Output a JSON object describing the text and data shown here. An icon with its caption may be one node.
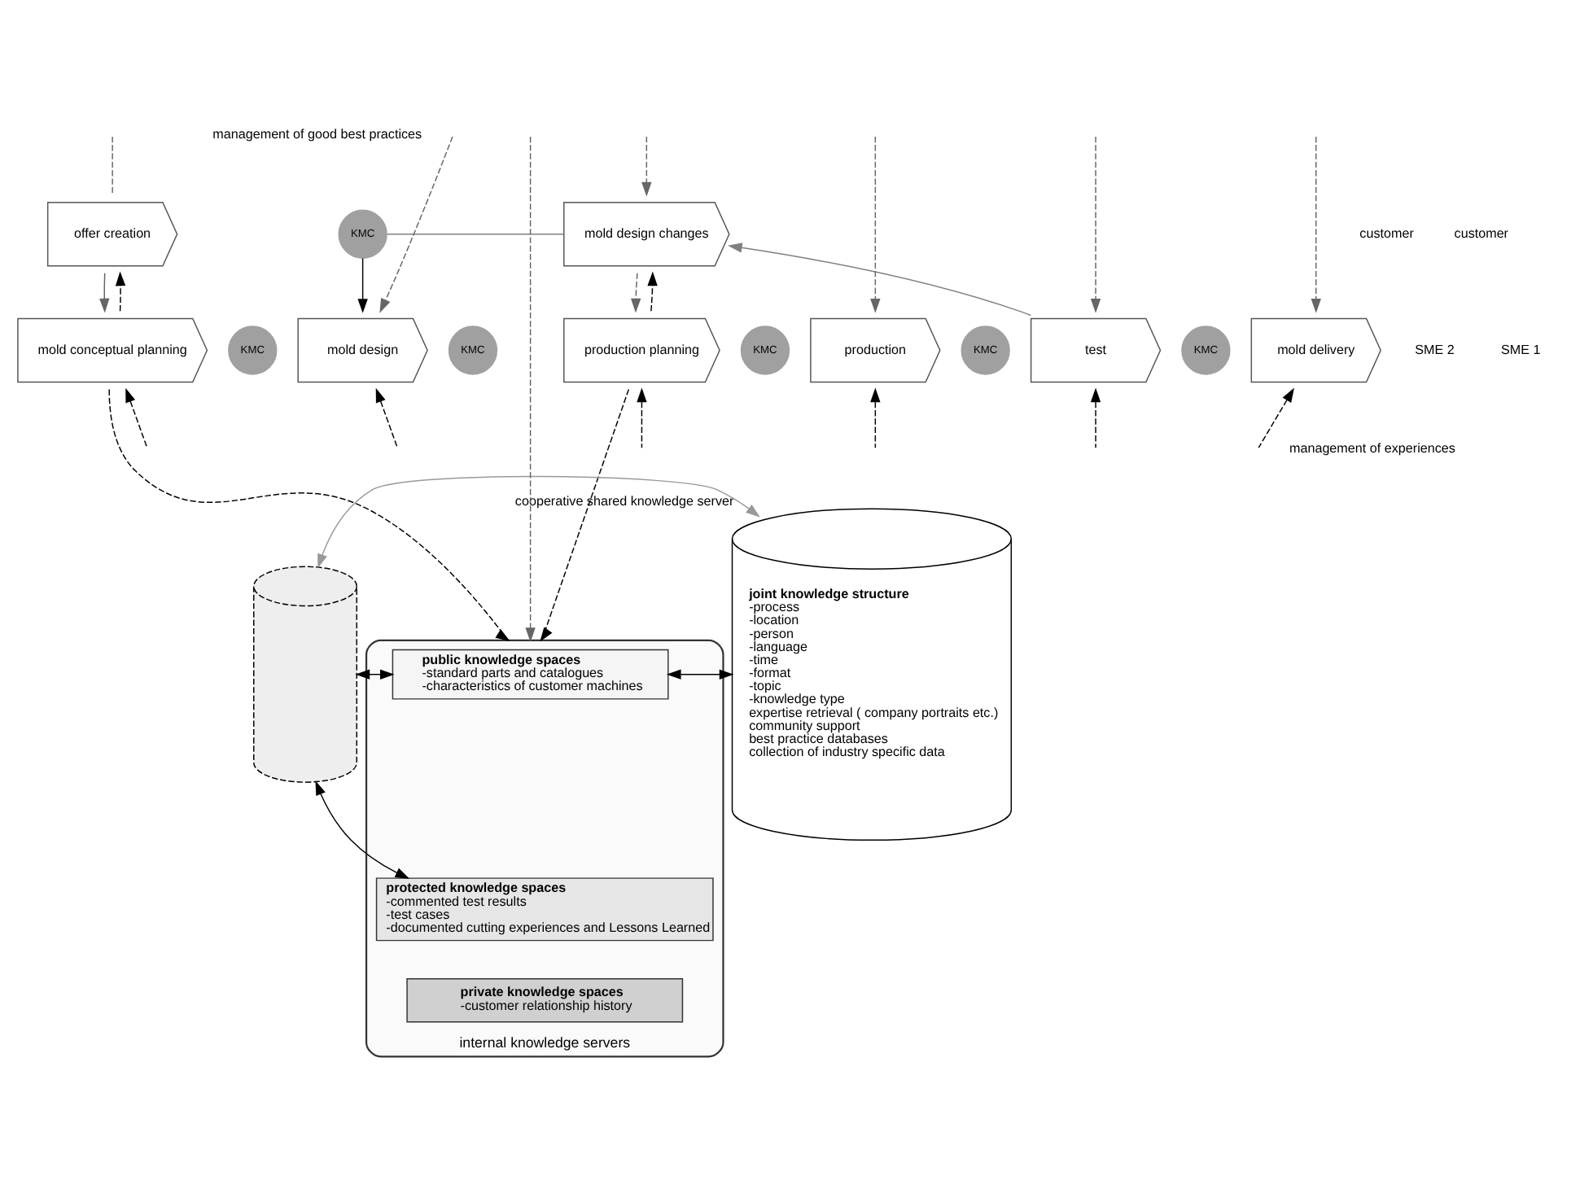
{
  "diagram": {
    "nodes": [
      {
        "text": [
          "offer creation"
        ]
      },
      {
        "text": [
          "mold conceptual planning"
        ]
      },
      {
        "text": [
          "mold design changes"
        ]
      },
      {
        "text": [
          "KMC"
        ]
      },
      {
        "text": [
          "KMC"
        ]
      },
      {
        "text": [
          "mold design"
        ]
      },
      {
        "text": [
          "KMC"
        ]
      },
      {
        "text": [
          "production planning"
        ]
      },
      {
        "text": [
          "KMC"
        ]
      },
      {
        "text": [
          "production"
        ]
      },
      {
        "text": [
          "KMC"
        ]
      },
      {
        "text": [
          "test"
        ]
      },
      {
        "text": [
          "KMC"
        ]
      },
      {
        "text": [
          "mold delivery"
        ]
      },
      {
        "text": [],
        "shape": "cylinder",
        "beside": [
          "internal knowledge servers"
        ]
      },
      {
        "text": [
          "public knowledge spaces",
          "-standard parts and catalogues",
          "-characteristics of customer machines"
        ],
        "in": 14
      },
      {
        "text": [
          "protected knowledge spaces",
          "-commented test results",
          "-test cases",
          "-documented cutting experiences and Lessons Learned"
        ],
        "in": 14
      },
      {
        "text": [
          "private knowledge spaces",
          "-customer relationship history"
        ],
        "in": 14
      },
      {
        "text": [],
        "shape": "cylinder"
      },
      {
        "text": [
          "joint knowledge structure",
          "-process",
          "-location",
          "-person",
          "-language",
          "-time",
          "-format",
          "-topic",
          "-knowledge type",
          "expertise retrieval ( company portraits etc.)",
          "community support",
          "best practice databases",
          "collection of industry specific data"
        ],
        "beside": [
          "cooperative shared knowledge server"
        ]
      }
    ],
    "edges": [
      {
        "from": null,
        "to": 14,
        "arrow": "to",
        "style": "dashed",
        "color": "#666666"
      },
      {
        "from": null,
        "to": 0,
        "arrow": "none",
        "style": "dashed",
        "color": "#666666"
      },
      {
        "from": null,
        "to": 5,
        "arrow": "to",
        "style": "dashed",
        "color": "#666666"
      },
      {
        "from": null,
        "to": 2,
        "arrow": "to",
        "style": "dashed",
        "color": "#666666"
      },
      {
        "from": null,
        "to": 9,
        "arrow": "to",
        "style": "dashed",
        "color": "#666666"
      },
      {
        "from": null,
        "to": 11,
        "arrow": "to",
        "style": "dashed",
        "color": "#666666"
      },
      {
        "from": null,
        "to": 13,
        "arrow": "to",
        "style": "dashed",
        "color": "#666666"
      },
      {
        "from": 2,
        "to": 7,
        "arrow": "to",
        "style": "dashed",
        "color": "#666666"
      },
      {
        "from": 7,
        "to": 2,
        "arrow": "to",
        "style": "dashed"
      },
      {
        "from": 0,
        "to": 1,
        "arrow": "to",
        "color": "#666666"
      },
      {
        "from": 1,
        "to": 0,
        "arrow": "to",
        "style": "dashed"
      },
      {
        "from": 3,
        "to": 2,
        "arrow": "none",
        "color": "#808080"
      },
      {
        "from": 3,
        "to": 5,
        "arrow": "to"
      },
      {
        "from": 11,
        "to": 2,
        "arrow": "to",
        "color": "#808080"
      },
      {
        "from": 1,
        "to": 14,
        "arrow": "to",
        "style": "dashed"
      },
      {
        "from": 7,
        "to": 14,
        "arrow": "to",
        "style": "dashed"
      },
      {
        "from": null,
        "to": 1,
        "arrow": "to",
        "style": "dashed"
      },
      {
        "from": null,
        "to": 5,
        "arrow": "to",
        "style": "dashed"
      },
      {
        "from": null,
        "to": 7,
        "arrow": "to",
        "style": "dashed"
      },
      {
        "from": null,
        "to": 9,
        "arrow": "to",
        "style": "dashed"
      },
      {
        "from": null,
        "to": 11,
        "arrow": "to",
        "style": "dashed"
      },
      {
        "from": null,
        "to": 13,
        "arrow": "to",
        "style": "dashed"
      },
      {
        "from": 15,
        "to": 18,
        "arrow": "both"
      },
      {
        "from": 16,
        "to": 18,
        "arrow": "both"
      },
      {
        "from": 15,
        "to": 19,
        "arrow": "both"
      },
      {
        "from": 18,
        "to": 19,
        "arrow": "both",
        "color": "#999999"
      }
    ],
    "labels": [
      "management of good best practices",
      "customer",
      "customer",
      "SME 2",
      "SME 1",
      "management of experiences"
    ]
  }
}
